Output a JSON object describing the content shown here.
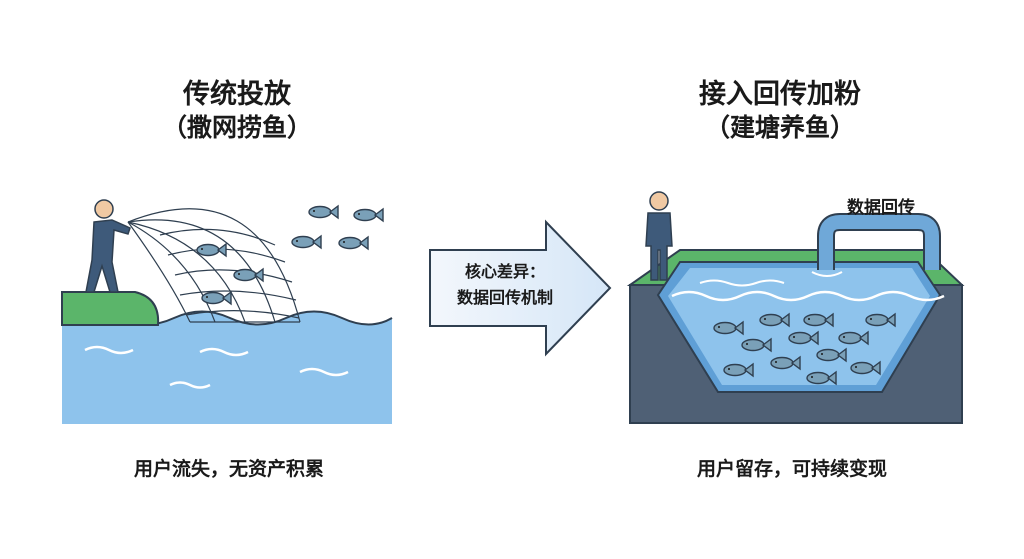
{
  "left": {
    "title": "传统投放",
    "subtitle": "（撒网捞鱼）",
    "caption": "用户流失，无资产积累"
  },
  "arrow": {
    "line1": "核心差异：",
    "line2": "数据回传机制"
  },
  "right": {
    "title": "接入回传加粉",
    "subtitle": "（建塘养鱼）",
    "caption": "用户留存，可持续变现",
    "pipe_label": "数据回传"
  },
  "colors": {
    "water": "#8ec3ec",
    "water_deep": "#5f9fd6",
    "grass": "#5bb56a",
    "earth": "#4f6075",
    "fish": "#7aa0b8",
    "person": "#3e5a7a",
    "skin": "#f0c9a3",
    "arrow_fill": "#e6f0fa"
  }
}
